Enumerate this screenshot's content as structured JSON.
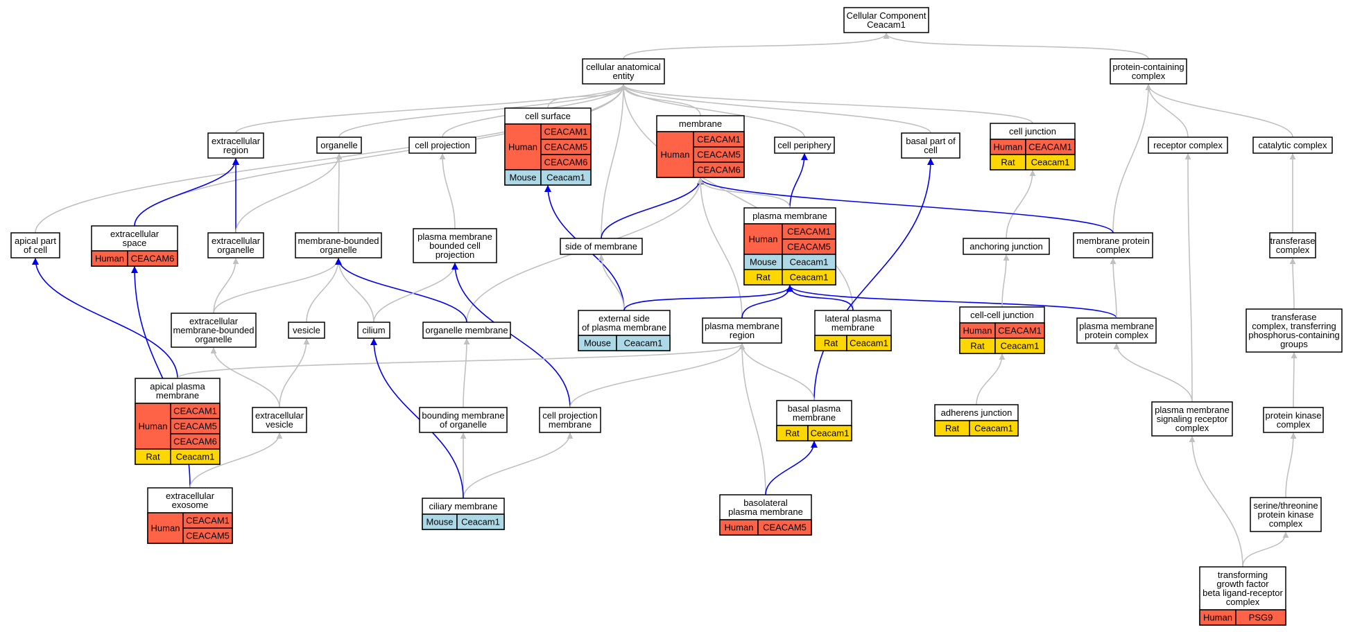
{
  "colors": {
    "human": "#ff6347",
    "mouse": "#add8e6",
    "rat": "#ffd700",
    "edge_gray": "#c0c0c0",
    "edge_blue": "#0000ee"
  },
  "nodes": [
    {
      "id": "cc_root",
      "lines": [
        "Cellular Component",
        "Ceacam1"
      ],
      "rows": []
    },
    {
      "id": "cae",
      "lines": [
        "cellular anatomical",
        "entity"
      ],
      "rows": []
    },
    {
      "id": "pcc",
      "lines": [
        "protein-containing",
        "complex"
      ],
      "rows": []
    },
    {
      "id": "cell_surface",
      "lines": [
        "cell surface"
      ],
      "rows": [
        {
          "species": "Human",
          "color": "human",
          "genes": [
            "CEACAM1",
            "CEACAM5",
            "CEACAM6"
          ]
        },
        {
          "species": "Mouse",
          "color": "mouse",
          "genes": [
            "Ceacam1"
          ]
        }
      ]
    },
    {
      "id": "membrane",
      "lines": [
        "membrane"
      ],
      "rows": [
        {
          "species": "Human",
          "color": "human",
          "genes": [
            "CEACAM1",
            "CEACAM5",
            "CEACAM6"
          ]
        }
      ]
    },
    {
      "id": "extracellular_region",
      "lines": [
        "extracellular",
        "region"
      ],
      "rows": []
    },
    {
      "id": "organelle",
      "lines": [
        "organelle"
      ],
      "rows": []
    },
    {
      "id": "cell_projection",
      "lines": [
        "cell projection"
      ],
      "rows": []
    },
    {
      "id": "cell_periphery",
      "lines": [
        "cell periphery"
      ],
      "rows": []
    },
    {
      "id": "basal_part",
      "lines": [
        "basal part of",
        "cell"
      ],
      "rows": []
    },
    {
      "id": "cell_junction",
      "lines": [
        "cell junction"
      ],
      "rows": [
        {
          "species": "Human",
          "color": "human",
          "genes": [
            "CEACAM1"
          ]
        },
        {
          "species": "Rat",
          "color": "rat",
          "genes": [
            "Ceacam1"
          ]
        }
      ]
    },
    {
      "id": "receptor_complex",
      "lines": [
        "receptor complex"
      ],
      "rows": []
    },
    {
      "id": "catalytic_complex",
      "lines": [
        "catalytic complex"
      ],
      "rows": []
    },
    {
      "id": "apical_part",
      "lines": [
        "apical part",
        "of cell"
      ],
      "rows": []
    },
    {
      "id": "ext_space",
      "lines": [
        "extracellular",
        "space"
      ],
      "rows": [
        {
          "species": "Human",
          "color": "human",
          "genes": [
            "CEACAM6"
          ]
        }
      ]
    },
    {
      "id": "ext_organelle",
      "lines": [
        "extracellular",
        "organelle"
      ],
      "rows": []
    },
    {
      "id": "mb_organelle",
      "lines": [
        "membrane-bounded",
        "organelle"
      ],
      "rows": []
    },
    {
      "id": "pm_proj",
      "lines": [
        "plasma membrane",
        "bounded cell",
        "projection"
      ],
      "rows": []
    },
    {
      "id": "side_membrane",
      "lines": [
        "side of membrane"
      ],
      "rows": []
    },
    {
      "id": "plasma_membrane",
      "lines": [
        "plasma membrane"
      ],
      "rows": [
        {
          "species": "Human",
          "color": "human",
          "genes": [
            "CEACAM1",
            "CEACAM5"
          ]
        },
        {
          "species": "Mouse",
          "color": "mouse",
          "genes": [
            "Ceacam1"
          ]
        },
        {
          "species": "Rat",
          "color": "rat",
          "genes": [
            "Ceacam1"
          ]
        }
      ]
    },
    {
      "id": "anchoring_junction",
      "lines": [
        "anchoring junction"
      ],
      "rows": []
    },
    {
      "id": "mp_complex",
      "lines": [
        "membrane protein",
        "complex"
      ],
      "rows": []
    },
    {
      "id": "transferase_complex",
      "lines": [
        "transferase",
        "complex"
      ],
      "rows": []
    },
    {
      "id": "ext_mbo",
      "lines": [
        "extracellular",
        "membrane-bounded",
        "organelle"
      ],
      "rows": []
    },
    {
      "id": "vesicle",
      "lines": [
        "vesicle"
      ],
      "rows": []
    },
    {
      "id": "cilium",
      "lines": [
        "cilium"
      ],
      "rows": []
    },
    {
      "id": "organelle_membrane",
      "lines": [
        "organelle membrane"
      ],
      "rows": []
    },
    {
      "id": "ext_side_pm",
      "lines": [
        "external side",
        "of plasma membrane"
      ],
      "rows": [
        {
          "species": "Mouse",
          "color": "mouse",
          "genes": [
            "Ceacam1"
          ]
        }
      ]
    },
    {
      "id": "pm_region",
      "lines": [
        "plasma membrane",
        "region"
      ],
      "rows": []
    },
    {
      "id": "lateral_pm",
      "lines": [
        "lateral plasma",
        "membrane"
      ],
      "rows": [
        {
          "species": "Rat",
          "color": "rat",
          "genes": [
            "Ceacam1"
          ]
        }
      ]
    },
    {
      "id": "cc_junction",
      "lines": [
        "cell-cell junction"
      ],
      "rows": [
        {
          "species": "Human",
          "color": "human",
          "genes": [
            "CEACAM1"
          ]
        },
        {
          "species": "Rat",
          "color": "rat",
          "genes": [
            "Ceacam1"
          ]
        }
      ]
    },
    {
      "id": "pmp_complex",
      "lines": [
        "plasma membrane",
        "protein complex"
      ],
      "rows": []
    },
    {
      "id": "tcp_groups",
      "lines": [
        "transferase",
        "complex, transferring",
        "phosphorus-containing",
        "groups"
      ],
      "rows": []
    },
    {
      "id": "apical_pm",
      "lines": [
        "apical plasma",
        "membrane"
      ],
      "rows": [
        {
          "species": "Human",
          "color": "human",
          "genes": [
            "CEACAM1",
            "CEACAM5",
            "CEACAM6"
          ]
        },
        {
          "species": "Rat",
          "color": "rat",
          "genes": [
            "Ceacam1"
          ]
        }
      ]
    },
    {
      "id": "ext_vesicle",
      "lines": [
        "extracellular",
        "vesicle"
      ],
      "rows": []
    },
    {
      "id": "bounding_membrane",
      "lines": [
        "bounding membrane",
        "of organelle"
      ],
      "rows": []
    },
    {
      "id": "cp_membrane",
      "lines": [
        "cell projection",
        "membrane"
      ],
      "rows": []
    },
    {
      "id": "basal_pm",
      "lines": [
        "basal plasma",
        "membrane"
      ],
      "rows": [
        {
          "species": "Rat",
          "color": "rat",
          "genes": [
            "Ceacam1"
          ]
        }
      ]
    },
    {
      "id": "adherens_junction",
      "lines": [
        "adherens junction"
      ],
      "rows": [
        {
          "species": "Rat",
          "color": "rat",
          "genes": [
            "Ceacam1"
          ]
        }
      ]
    },
    {
      "id": "pmsr_complex",
      "lines": [
        "plasma membrane",
        "signaling receptor",
        "complex"
      ],
      "rows": []
    },
    {
      "id": "pk_complex",
      "lines": [
        "protein kinase",
        "complex"
      ],
      "rows": []
    },
    {
      "id": "exosome",
      "lines": [
        "extracellular",
        "exosome"
      ],
      "rows": [
        {
          "species": "Human",
          "color": "human",
          "genes": [
            "CEACAM1",
            "CEACAM5"
          ]
        }
      ]
    },
    {
      "id": "ciliary_membrane",
      "lines": [
        "ciliary membrane"
      ],
      "rows": [
        {
          "species": "Mouse",
          "color": "mouse",
          "genes": [
            "Ceacam1"
          ]
        }
      ]
    },
    {
      "id": "basolateral_pm",
      "lines": [
        "basolateral",
        "plasma membrane"
      ],
      "rows": [
        {
          "species": "Human",
          "color": "human",
          "genes": [
            "CEACAM5"
          ]
        }
      ]
    },
    {
      "id": "stpk_complex",
      "lines": [
        "serine/threonine",
        "protein kinase",
        "complex"
      ],
      "rows": []
    },
    {
      "id": "tgfb_complex",
      "lines": [
        "transforming",
        "growth factor",
        "beta ligand-receptor",
        "complex"
      ],
      "rows": [
        {
          "species": "Human",
          "color": "human",
          "genes": [
            "PSG9"
          ]
        }
      ]
    }
  ],
  "edges": [
    {
      "from": "cae",
      "to": "cc_root",
      "kind": "gray"
    },
    {
      "from": "pcc",
      "to": "cc_root",
      "kind": "gray"
    },
    {
      "from": "cell_surface",
      "to": "cae",
      "kind": "gray"
    },
    {
      "from": "membrane",
      "to": "cae",
      "kind": "gray"
    },
    {
      "from": "extracellular_region",
      "to": "cae",
      "kind": "gray"
    },
    {
      "from": "organelle",
      "to": "cae",
      "kind": "gray"
    },
    {
      "from": "cell_projection",
      "to": "cae",
      "kind": "gray"
    },
    {
      "from": "cell_periphery",
      "to": "cae",
      "kind": "gray"
    },
    {
      "from": "basal_part",
      "to": "cae",
      "kind": "gray"
    },
    {
      "from": "cell_junction",
      "to": "cae",
      "kind": "gray"
    },
    {
      "from": "apical_part",
      "to": "cae",
      "kind": "gray"
    },
    {
      "from": "ext_space",
      "to": "cae",
      "kind": "gray"
    },
    {
      "from": "side_membrane",
      "to": "cae",
      "kind": "gray"
    },
    {
      "from": "lateral_pm",
      "to": "cae",
      "kind": "gray"
    },
    {
      "from": "receptor_complex",
      "to": "pcc",
      "kind": "gray"
    },
    {
      "from": "catalytic_complex",
      "to": "pcc",
      "kind": "gray"
    },
    {
      "from": "mp_complex",
      "to": "pcc",
      "kind": "gray"
    },
    {
      "from": "ext_space",
      "to": "extracellular_region",
      "kind": "blue"
    },
    {
      "from": "ext_organelle",
      "to": "extracellular_region",
      "kind": "blue"
    },
    {
      "from": "ext_organelle",
      "to": "organelle",
      "kind": "gray"
    },
    {
      "from": "mb_organelle",
      "to": "organelle",
      "kind": "gray"
    },
    {
      "from": "pm_proj",
      "to": "cell_projection",
      "kind": "gray"
    },
    {
      "from": "plasma_membrane",
      "to": "cell_periphery",
      "kind": "blue"
    },
    {
      "from": "basal_pm",
      "to": "basal_part",
      "kind": "blue"
    },
    {
      "from": "anchoring_junction",
      "to": "cell_junction",
      "kind": "gray"
    },
    {
      "from": "ext_side_pm",
      "to": "cell_surface",
      "kind": "blue"
    },
    {
      "from": "side_membrane",
      "to": "membrane",
      "kind": "blue"
    },
    {
      "from": "plasma_membrane",
      "to": "membrane",
      "kind": "gray"
    },
    {
      "from": "mp_complex",
      "to": "membrane",
      "kind": "blue"
    },
    {
      "from": "organelle_membrane",
      "to": "membrane",
      "kind": "gray"
    },
    {
      "from": "pm_region",
      "to": "membrane",
      "kind": "gray"
    },
    {
      "from": "apical_pm",
      "to": "apical_part",
      "kind": "blue"
    },
    {
      "from": "exosome",
      "to": "ext_space",
      "kind": "blue"
    },
    {
      "from": "ext_mbo",
      "to": "ext_organelle",
      "kind": "gray"
    },
    {
      "from": "ext_mbo",
      "to": "mb_organelle",
      "kind": "gray"
    },
    {
      "from": "vesicle",
      "to": "mb_organelle",
      "kind": "gray"
    },
    {
      "from": "cilium",
      "to": "mb_organelle",
      "kind": "gray"
    },
    {
      "from": "organelle_membrane",
      "to": "mb_organelle",
      "kind": "blue"
    },
    {
      "from": "cilium",
      "to": "pm_proj",
      "kind": "gray"
    },
    {
      "from": "cp_membrane",
      "to": "pm_proj",
      "kind": "blue"
    },
    {
      "from": "ext_side_pm",
      "to": "side_membrane",
      "kind": "gray"
    },
    {
      "from": "ext_side_pm",
      "to": "plasma_membrane",
      "kind": "blue"
    },
    {
      "from": "pm_region",
      "to": "plasma_membrane",
      "kind": "blue"
    },
    {
      "from": "lateral_pm",
      "to": "plasma_membrane",
      "kind": "blue"
    },
    {
      "from": "pmp_complex",
      "to": "plasma_membrane",
      "kind": "blue"
    },
    {
      "from": "cc_junction",
      "to": "anchoring_junction",
      "kind": "gray"
    },
    {
      "from": "pmp_complex",
      "to": "mp_complex",
      "kind": "gray"
    },
    {
      "from": "tcp_groups",
      "to": "transferase_complex",
      "kind": "gray"
    },
    {
      "from": "transferase_complex",
      "to": "catalytic_complex",
      "kind": "gray"
    },
    {
      "from": "pmsr_complex",
      "to": "receptor_complex",
      "kind": "gray"
    },
    {
      "from": "ext_vesicle",
      "to": "ext_mbo",
      "kind": "gray"
    },
    {
      "from": "ext_vesicle",
      "to": "vesicle",
      "kind": "gray"
    },
    {
      "from": "apical_pm",
      "to": "pm_region",
      "kind": "gray"
    },
    {
      "from": "cp_membrane",
      "to": "pm_region",
      "kind": "gray"
    },
    {
      "from": "basal_pm",
      "to": "pm_region",
      "kind": "gray"
    },
    {
      "from": "basolateral_pm",
      "to": "pm_region",
      "kind": "gray"
    },
    {
      "from": "bounding_membrane",
      "to": "organelle_membrane",
      "kind": "gray"
    },
    {
      "from": "adherens_junction",
      "to": "cc_junction",
      "kind": "gray"
    },
    {
      "from": "pmsr_complex",
      "to": "pmp_complex",
      "kind": "gray"
    },
    {
      "from": "pk_complex",
      "to": "tcp_groups",
      "kind": "gray"
    },
    {
      "from": "exosome",
      "to": "ext_vesicle",
      "kind": "gray"
    },
    {
      "from": "ciliary_membrane",
      "to": "bounding_membrane",
      "kind": "gray"
    },
    {
      "from": "ciliary_membrane",
      "to": "cp_membrane",
      "kind": "gray"
    },
    {
      "from": "ciliary_membrane",
      "to": "cilium",
      "kind": "blue"
    },
    {
      "from": "basolateral_pm",
      "to": "basal_pm",
      "kind": "blue"
    },
    {
      "from": "stpk_complex",
      "to": "pk_complex",
      "kind": "gray"
    },
    {
      "from": "tgfb_complex",
      "to": "stpk_complex",
      "kind": "gray"
    },
    {
      "from": "tgfb_complex",
      "to": "pmsr_complex",
      "kind": "gray"
    }
  ]
}
